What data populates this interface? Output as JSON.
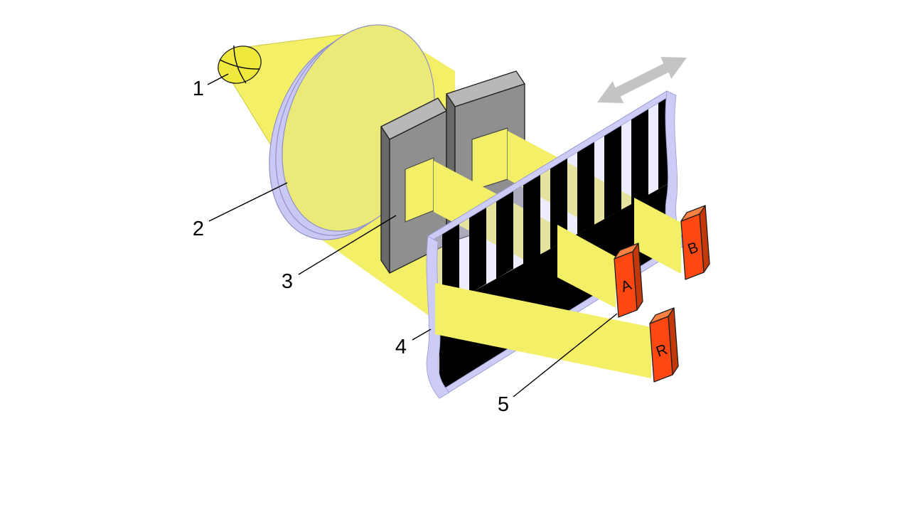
{
  "diagram": {
    "part_labels": [
      "1",
      "2",
      "3",
      "4",
      "5"
    ],
    "detector_labels": {
      "a": "A",
      "b": "B",
      "r": "R"
    }
  },
  "colors": {
    "beam": "#f3ef67",
    "bulb": "#efe93e",
    "lens_rim": "#c9c9f4",
    "lens_face": "#ebe977",
    "mask_front": "#8f8f8f",
    "mask_top": "#b8b8b8",
    "mask_side": "#696969",
    "strip_tint": "rgba(210,210,250,0.4)",
    "strip_edge": "#ccccf7",
    "black": "#000000",
    "detector_front": "#ff4712",
    "detector_top": "#ff8142",
    "detector_side": "#c23808",
    "arrow": "#c4c4c4"
  }
}
